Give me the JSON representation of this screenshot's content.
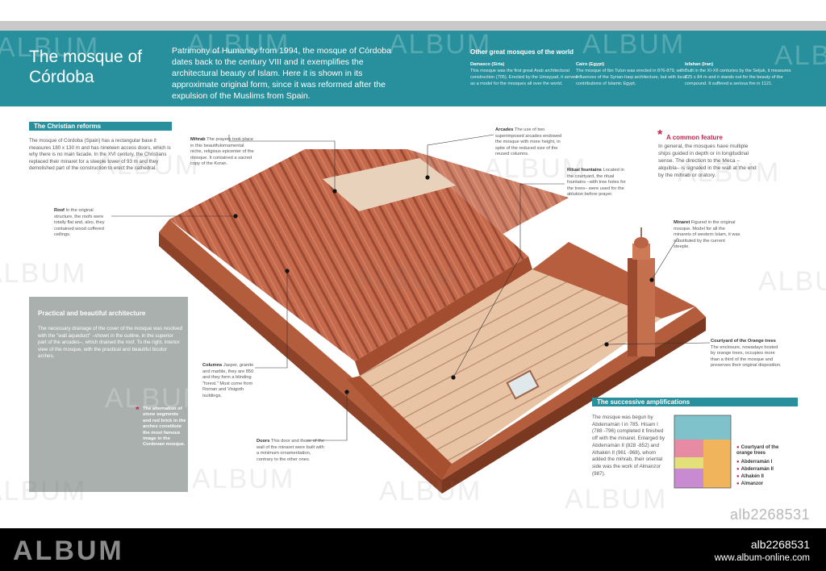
{
  "header": {
    "title_line1": "The mosque of",
    "title_line2": "Córdoba",
    "intro": "Patrimony of Humanity from 1994, the mosque of Córdoba dates back to the century VIII and it exemplifies the architectural beauty of Islam. Here it is shown in its approximate original form, since it was reformed after the expulsion of the Muslims from Spain.",
    "other_title": "Other great mosques of the world",
    "mosques": [
      {
        "name": "Damasco (Siria)",
        "text": "This mosque was the first great Arab architectural construction (705). Erected by the Umayyad, it served as a model for the mosques all over the world."
      },
      {
        "name": "Cairo (Egypt)",
        "text": "The mosque of Ibn Tulun was erected in 876-879, with influences of the Syrian-Iraqi architecture, but with local contributions of Islamic Egypt."
      },
      {
        "name": "Isfahan (Iran)",
        "text": "Built in the XI-XII centuries by the Seljuk, it measures 225 x 84 m and it stands out for the beauty of the compound. It suffered a serious fire in 1121."
      }
    ]
  },
  "christian": {
    "title": "The Christian reforms",
    "text": "The mosque of Córdoba (Spain) has a rectangular base it measures 180 x 130 m and has nineteen access doors, which is why there is no main facade. In the XVI century, the Christians replaced their minaret for a steeple tower of 93 m and they demolished part of the construction to erect the cathedral."
  },
  "annotations": {
    "roof": {
      "label": "Roof",
      "text": " In the original structure, the roofs were totally flat and, also, they contained wood coffered ceilings."
    },
    "mihrab": {
      "label": "Mihrab",
      "text": " The prayers took place in this beautifulornamental niche, religious epicenter of the mosque. It contained a sacred copy of the Koran."
    },
    "arcades": {
      "label": "Arcades",
      "text": " The use of two superimposed arcades endowed the mosque with more height, in spite of the reduced size of the reused columns."
    },
    "fountains": {
      "label": "Ritual fountains",
      "text": " Located in the courtyard, the ritual fountains –with tree holes for the trees– were used for the ablution before prayer."
    },
    "minaret": {
      "label": "Minaret",
      "text": " Figured in the original mosque. Model for all the minarets of western Islam, it was substituted by the current steeple."
    },
    "courtyard": {
      "label": "Courtyard of the Orange trees",
      "text": " The enclosure, nowadays hosted by orange trees, occupies more than a third of the mosque and preserves their original disposition."
    },
    "columns": {
      "label": "Columns",
      "text": " Jasper, granite and marble, they are 850 and they form a blinding \"forest.\" Most come from Roman and Visigoth buildings."
    },
    "doors": {
      "label": "Doors",
      "text": " This door and those of the wall of the minaret were built with a minimum ornamentation, contrary to the other ones."
    }
  },
  "common": {
    "star": "*",
    "title": "A common feature",
    "text": "In general, the mosques have multiple ships guided in depth or in longitudinal sense. The direction to the Meca –alquibla– is signaled in the wall at the end by the mihrab or oratory."
  },
  "practical": {
    "title": "Practical and beautiful architecture",
    "text": "The necessary drainage of the cover of the mosque was resolved with the \"wall aqueduct\" –shown in the outline, in the superior part of the arcades–, which drained the roof. To the right, interior view of the mosque, with the practical and beautiful bicolor arches.",
    "note": "The alternation of stone segments and red brick in the arches constitute the most famous image in the Cordovan mosque."
  },
  "amplifications": {
    "title": "The successive amplifications",
    "text": "The mosque was begun by Abderramán I in 785. Hisam I (788 -796) completed it finished off with the minaret. Enlarged by Abderramán II (828 -852) and Alhakén II (961 -968), whom added the mihrab, their oriental side was the work of Almanzor (987).",
    "legend": [
      "Courtyard of the orange trees",
      "Abderramán I",
      "Abderramán II",
      "Alhakén II",
      "Almanzor"
    ]
  },
  "watermark": {
    "word": "ALBUM",
    "id": "alb2268531",
    "footer_logo": "ALBUM",
    "footer_id": "alb2268531",
    "footer_url": "www.album-online.com"
  }
}
